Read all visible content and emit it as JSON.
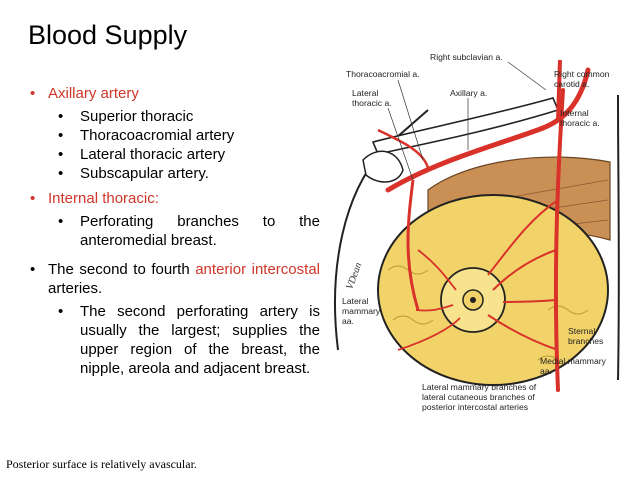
{
  "slide": {
    "title": "Blood Supply",
    "footnote": "Posterior surface is relatively avascular."
  },
  "bullets": {
    "axillary": {
      "label": "Axillary artery",
      "items": [
        "Superior thoracic",
        "Thoracoacromial artery",
        "Lateral thoracic artery",
        "Subscapular artery."
      ]
    },
    "internal_thoracic": {
      "label": "Internal thoracic:",
      "items": [
        "Perforating branches to the anteromedial breast."
      ]
    },
    "intercostal": {
      "prefix": "The second to fourth ",
      "red1": "anterior",
      "red2": "intercostal",
      "suffix": " arteries.",
      "items": [
        "The second perforating artery is usually the largest; supplies the upper region of the breast, the nipple, areola and adjacent breast."
      ]
    }
  },
  "diagram_labels": {
    "right_subclavian": "Right subclavian a.",
    "thoracoacromial": "Thoracoacromial a.",
    "right_common_carotid_1": "Right common",
    "right_common_carotid_2": "carotid a.",
    "lateral_thoracic_1": "Lateral",
    "lateral_thoracic_2": "thoracic a.",
    "axillary": "Axillary a.",
    "internal_thoracic_1": "Internal",
    "internal_thoracic_2": "thoracic a.",
    "lateral_mammary_1": "Lateral",
    "lateral_mammary_2": "mammary",
    "lateral_mammary_3": "aa.",
    "sternal_1": "Sternal",
    "sternal_2": "branches",
    "medial_mammary_1": "Medial mammary",
    "medial_mammary_2": "aa.",
    "lateral_branches_1": "Lateral mammary branches of",
    "lateral_branches_2": "lateral cutaneous branches of",
    "lateral_branches_3": "posterior intercostal arteries",
    "signature": "VDean"
  },
  "colors": {
    "accent": "#d0362a",
    "artery": "#d8322a",
    "fat": "#f2d36a",
    "muscle": "#c98f54"
  }
}
